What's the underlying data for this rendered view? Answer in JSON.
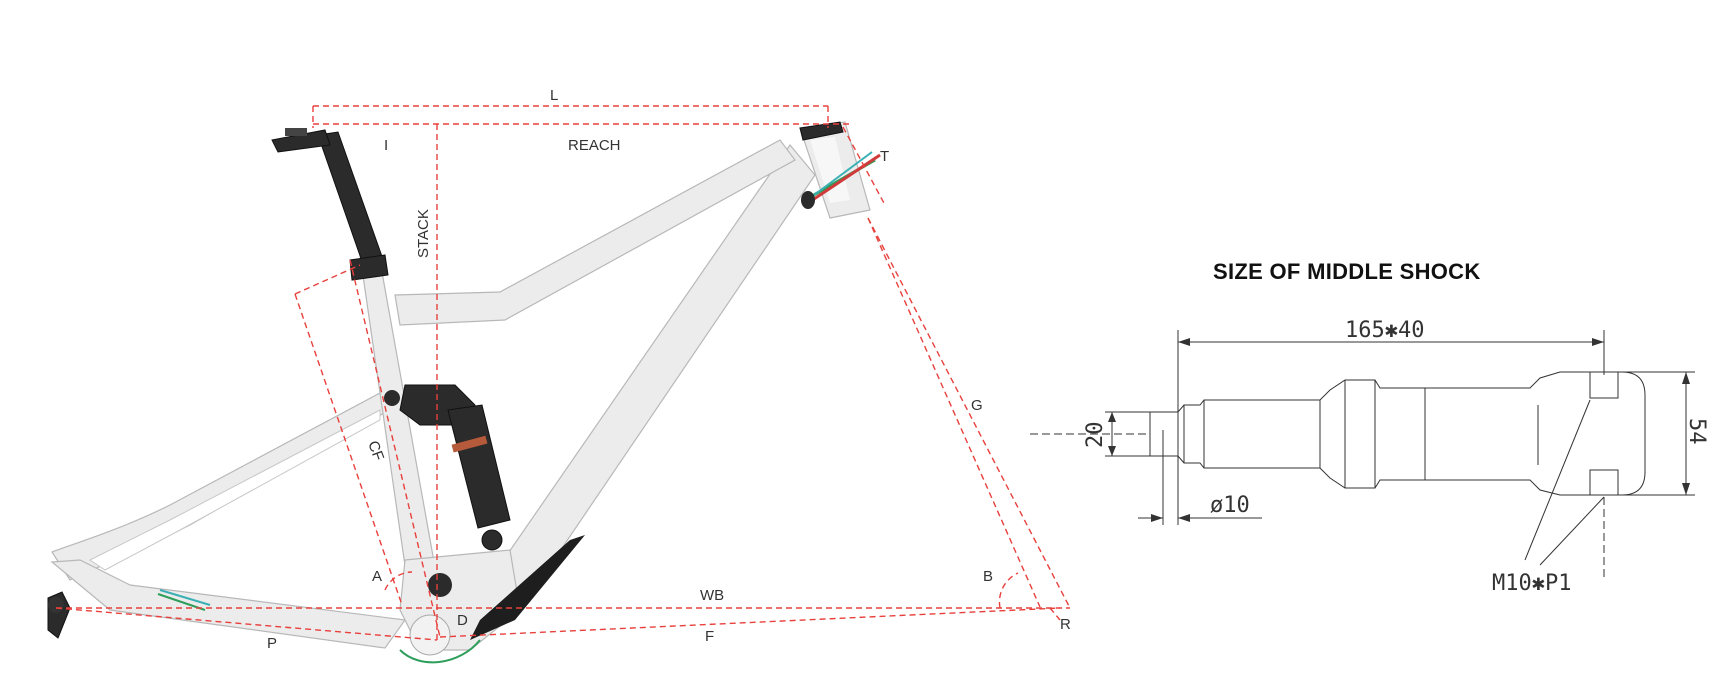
{
  "geometry_labels": {
    "L": "L",
    "I": "I",
    "REACH": "REACH",
    "STACK": "STACK",
    "T": "T",
    "G": "G",
    "CF": "CF",
    "A": "A",
    "B": "B",
    "WB": "WB",
    "D": "D",
    "P": "P",
    "F": "F",
    "R": "R"
  },
  "shock": {
    "title": "SIZE OF MIDDLE SHOCK",
    "length_dim": "165✱40",
    "eye_dim": "20",
    "height_dim": "54",
    "bolt_dim": "ø10",
    "thread_dim": "M10✱P1"
  },
  "colors": {
    "geometry_lines": "#e8403c",
    "frame": "#ececec",
    "shock_body": "#2b2b2b",
    "cable_green": "#2e9e5b",
    "cable_red": "#d03a3a",
    "cable_teal": "#3ab0b5"
  }
}
